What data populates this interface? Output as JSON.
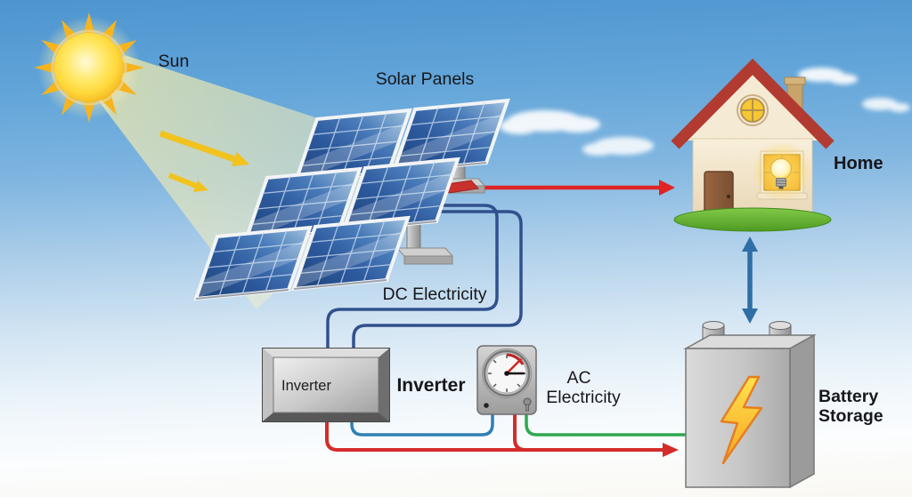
{
  "diagram": {
    "labels": {
      "sun": "Sun",
      "solar_panels": "Solar Panels",
      "home": "Home",
      "dc_electricity": "DC Electricity",
      "inverter_box": "Inverter",
      "inverter": "Inverter",
      "ac_electricity_line1": "AC",
      "ac_electricity_line2": "Electricity",
      "battery_storage_line1": "Battery",
      "battery_storage_line2": "Storage"
    },
    "colors": {
      "dc_wire": "#31508d",
      "ac_wire": "#2f7fb5",
      "red_wire": "#d42b2b",
      "green_wire": "#2fa84f",
      "panels_to_home_arrow": "#e02424",
      "home_battery_arrow": "#2f6ea6",
      "sun_ray": "#f6b41d",
      "roof": "#b23b31",
      "grass": "#5aa82c",
      "lightning_bolt": "#ffd23f"
    }
  }
}
